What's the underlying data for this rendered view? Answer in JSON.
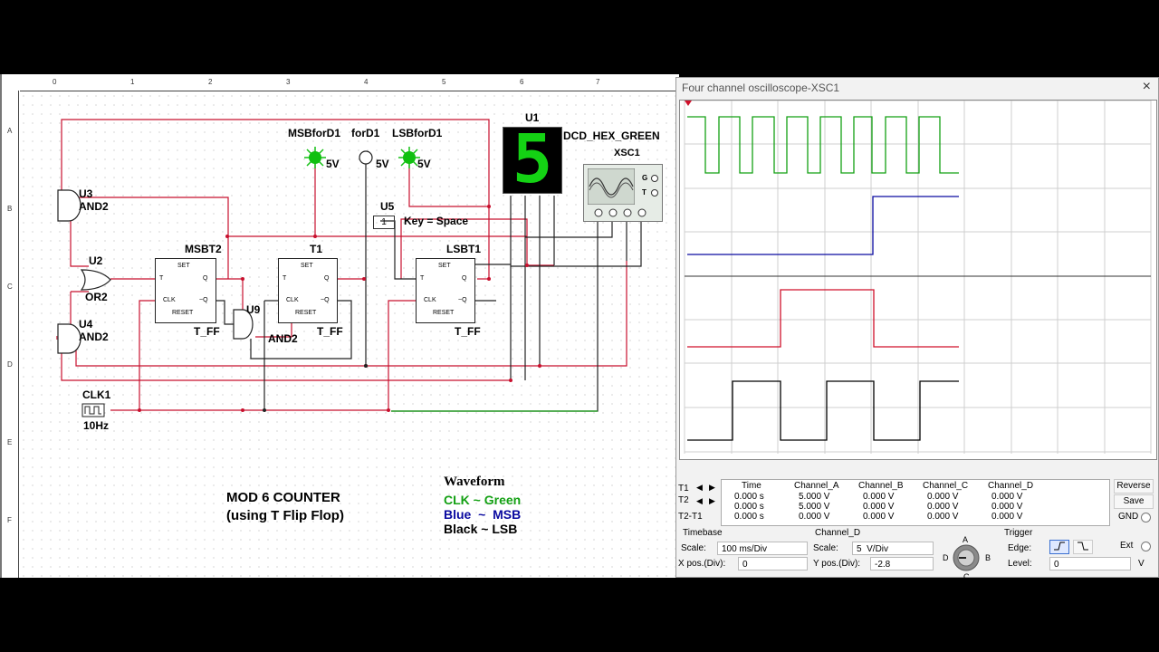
{
  "workspace": {
    "ruler_top": [
      "0",
      "1",
      "2",
      "3",
      "4",
      "5",
      "6",
      "7"
    ],
    "ruler_left": [
      "A",
      "B",
      "C",
      "D",
      "E",
      "F"
    ]
  },
  "circuit": {
    "probes": {
      "msb_label": "MSBforD1",
      "msb_value": "5V",
      "mid_label": "forD1",
      "mid_value": "5V",
      "lsb_label": "LSBforD1",
      "lsb_value": "5V"
    },
    "display": {
      "ref": "U1",
      "digit": "5",
      "name": "DCD_HEX_GREEN"
    },
    "scope_symbol": {
      "ref": "XSC1",
      "g": "G",
      "t": "T"
    },
    "key": {
      "ref": "U5",
      "value": "1",
      "label": "Key = Space"
    },
    "gates": {
      "u3_ref": "U3",
      "u3_type": "AND2",
      "u2_ref": "U2",
      "u2_type": "OR2",
      "u4_ref": "U4",
      "u4_type": "AND2",
      "u9_ref": "U9",
      "u9_type": "AND2"
    },
    "flipflops": [
      {
        "name": "MSBT2",
        "type": "T_FF",
        "set": "SET",
        "reset": "RESET",
        "t": "T",
        "clk": "CLK",
        "q": "Q",
        "qn": "~Q"
      },
      {
        "name": "T1",
        "type": "T_FF",
        "set": "SET",
        "reset": "RESET",
        "t": "T",
        "clk": "CLK",
        "q": "Q",
        "qn": "~Q"
      },
      {
        "name": "LSBT1",
        "type": "T_FF",
        "set": "SET",
        "reset": "RESET",
        "t": "T",
        "clk": "CLK",
        "q": "Q",
        "qn": "~Q"
      }
    ],
    "clock": {
      "ref": "CLK1",
      "freq": "10Hz"
    },
    "title_line1": "MOD 6 COUNTER",
    "title_line2": "(using T Flip Flop)",
    "legend": {
      "heading": "Waveform",
      "clk": "CLK ~ Green",
      "msb": "Blue  ~  MSB",
      "lsb": "Black ~ LSB",
      "clk_color": "#13a013",
      "msb_color": "#0a0aa0",
      "lsb_color": "#000000"
    }
  },
  "oscilloscope": {
    "title": "Four channel oscilloscope-XSC1",
    "close_icon": "×",
    "table": {
      "headers": [
        "Time",
        "Channel_A",
        "Channel_B",
        "Channel_C",
        "Channel_D"
      ],
      "rows": [
        {
          "label": "T1",
          "values": [
            "0.000 s",
            "5.000 V",
            "0.000 V",
            "0.000 V",
            "0.000 V"
          ]
        },
        {
          "label": "T2",
          "values": [
            "0.000 s",
            "5.000 V",
            "0.000 V",
            "0.000 V",
            "0.000 V"
          ]
        },
        {
          "label": "T2-T1",
          "values": [
            "0.000 s",
            "0.000 V",
            "0.000 V",
            "0.000 V",
            "0.000 V"
          ]
        }
      ]
    },
    "buttons": {
      "reverse": "Reverse",
      "save": "Save",
      "gnd": "GND"
    },
    "timebase": {
      "heading": "Timebase",
      "scale_label": "Scale:",
      "scale_value": "100 ms/Div",
      "xpos_label": "X pos.(Div):",
      "xpos_value": "0"
    },
    "channel": {
      "heading": "Channel_D",
      "scale_label": "Scale:",
      "scale_value": "5  V/Div",
      "ypos_label": "Y pos.(Div):",
      "ypos_value": "-2.8"
    },
    "knob": {
      "a": "A",
      "b": "B",
      "c": "C",
      "d": "D"
    },
    "trigger": {
      "heading": "Trigger",
      "edge_label": "Edge:",
      "ext_label": "Ext",
      "level_label": "Level:",
      "level_value": "0",
      "level_unit": "V"
    },
    "trace_colors": {
      "a": "#13a013",
      "b": "#0a0aa0",
      "c": "#d0102a",
      "d": "#000000"
    }
  }
}
